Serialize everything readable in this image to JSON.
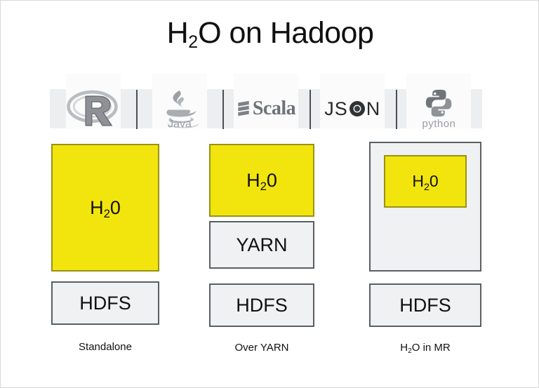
{
  "slide": {
    "title_prefix": "H",
    "title_sub": "2",
    "title_suffix": "O on Hadoop",
    "background": "#ffffff",
    "border_color": "#d8d8d8"
  },
  "logo_strip": {
    "band_color": "#eceef0",
    "divider_color": "#4a4f55",
    "logos": [
      {
        "name": "r-logo",
        "label": "R"
      },
      {
        "name": "java-logo",
        "label": "Java"
      },
      {
        "name": "scala-logo",
        "label": "Scala"
      },
      {
        "name": "json-logo",
        "label_left": "JS",
        "label_right": "N"
      },
      {
        "name": "python-logo",
        "label": "python"
      }
    ]
  },
  "colors": {
    "yellow_fill": "#f2e50d",
    "yellow_border": "#9a9214",
    "grey_fill": "#eff1f3",
    "grey_border": "#5a5f63",
    "text": "#111111"
  },
  "columns": [
    {
      "id": "standalone",
      "caption_prefix": "Standalone",
      "caption_sub": "",
      "caption_suffix": "",
      "boxes": [
        {
          "name": "h2o-box",
          "text_prefix": "H",
          "text_sub": "2",
          "text_suffix": "0",
          "fill": "yellow"
        },
        {
          "name": "hdfs-box",
          "label": "HDFS",
          "fill": "grey"
        }
      ]
    },
    {
      "id": "over-yarn",
      "caption_prefix": "Over YARN",
      "caption_sub": "",
      "caption_suffix": "",
      "boxes": [
        {
          "name": "h2o-box",
          "text_prefix": "H",
          "text_sub": "2",
          "text_suffix": "0",
          "fill": "yellow"
        },
        {
          "name": "yarn-box",
          "label": "YARN",
          "fill": "grey"
        },
        {
          "name": "hdfs-box",
          "label": "HDFS",
          "fill": "grey"
        }
      ]
    },
    {
      "id": "h2o-in-mr",
      "caption_prefix": "H",
      "caption_sub": "2",
      "caption_suffix": "O in MR",
      "boxes": [
        {
          "name": "mr-container",
          "label": "",
          "fill": "grey"
        },
        {
          "name": "h2o-box",
          "text_prefix": "H",
          "text_sub": "2",
          "text_suffix": "0",
          "fill": "yellow"
        },
        {
          "name": "hdfs-box",
          "label": "HDFS",
          "fill": "grey"
        }
      ]
    }
  ]
}
